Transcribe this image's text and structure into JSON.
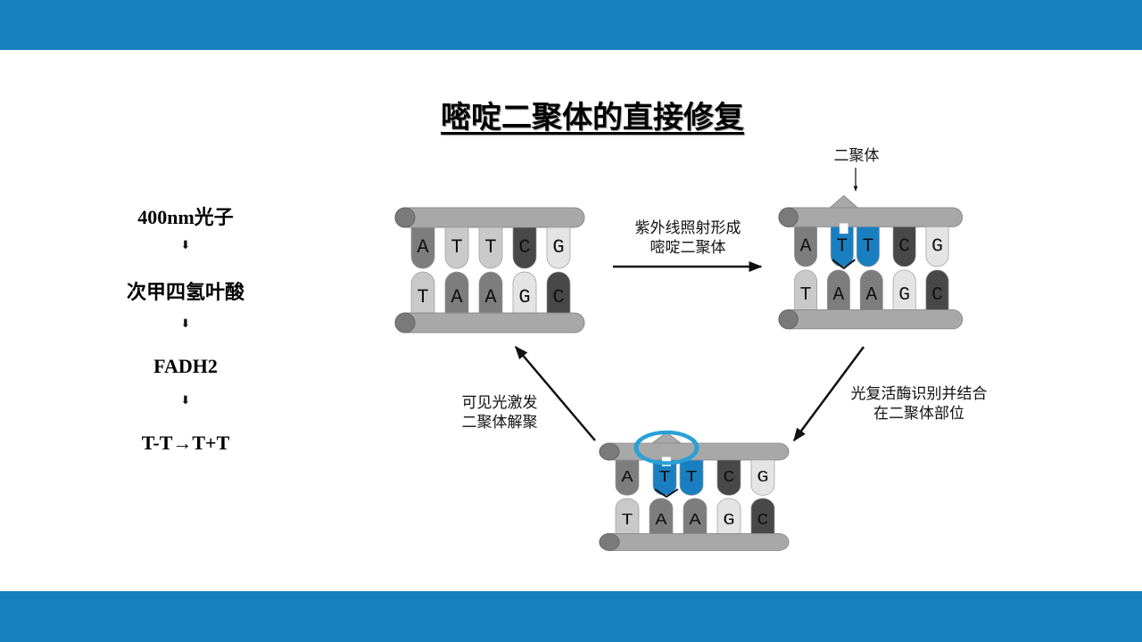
{
  "title": "嘧啶二聚体的直接修复",
  "steps": [
    "400nm光子",
    "次甲四氢叶酸",
    "FADH2",
    "T-T→T+T"
  ],
  "step_arrow": "⬇",
  "diagram": {
    "labels": {
      "uv": [
        "紫外线照射形成",
        "嘧啶二聚体"
      ],
      "dimer": "二聚体",
      "enzyme": [
        "光复活酶识别并结合",
        "在二聚体部位"
      ],
      "visible": [
        "可见光激发",
        "二聚体解聚"
      ]
    },
    "top_strand": [
      "A",
      "T",
      "T",
      "C",
      "G"
    ],
    "bottom_strand": [
      "T",
      "A",
      "A",
      "G",
      "C"
    ],
    "colors": {
      "A": "#7d7d7d",
      "T": "#c9c9c9",
      "C": "#484848",
      "G": "#e4e4e4",
      "dimer": "#1a7fc1",
      "enzyme": "#2aa0d6",
      "bar": "#1580bb",
      "rod": "#a8a8a8"
    }
  }
}
